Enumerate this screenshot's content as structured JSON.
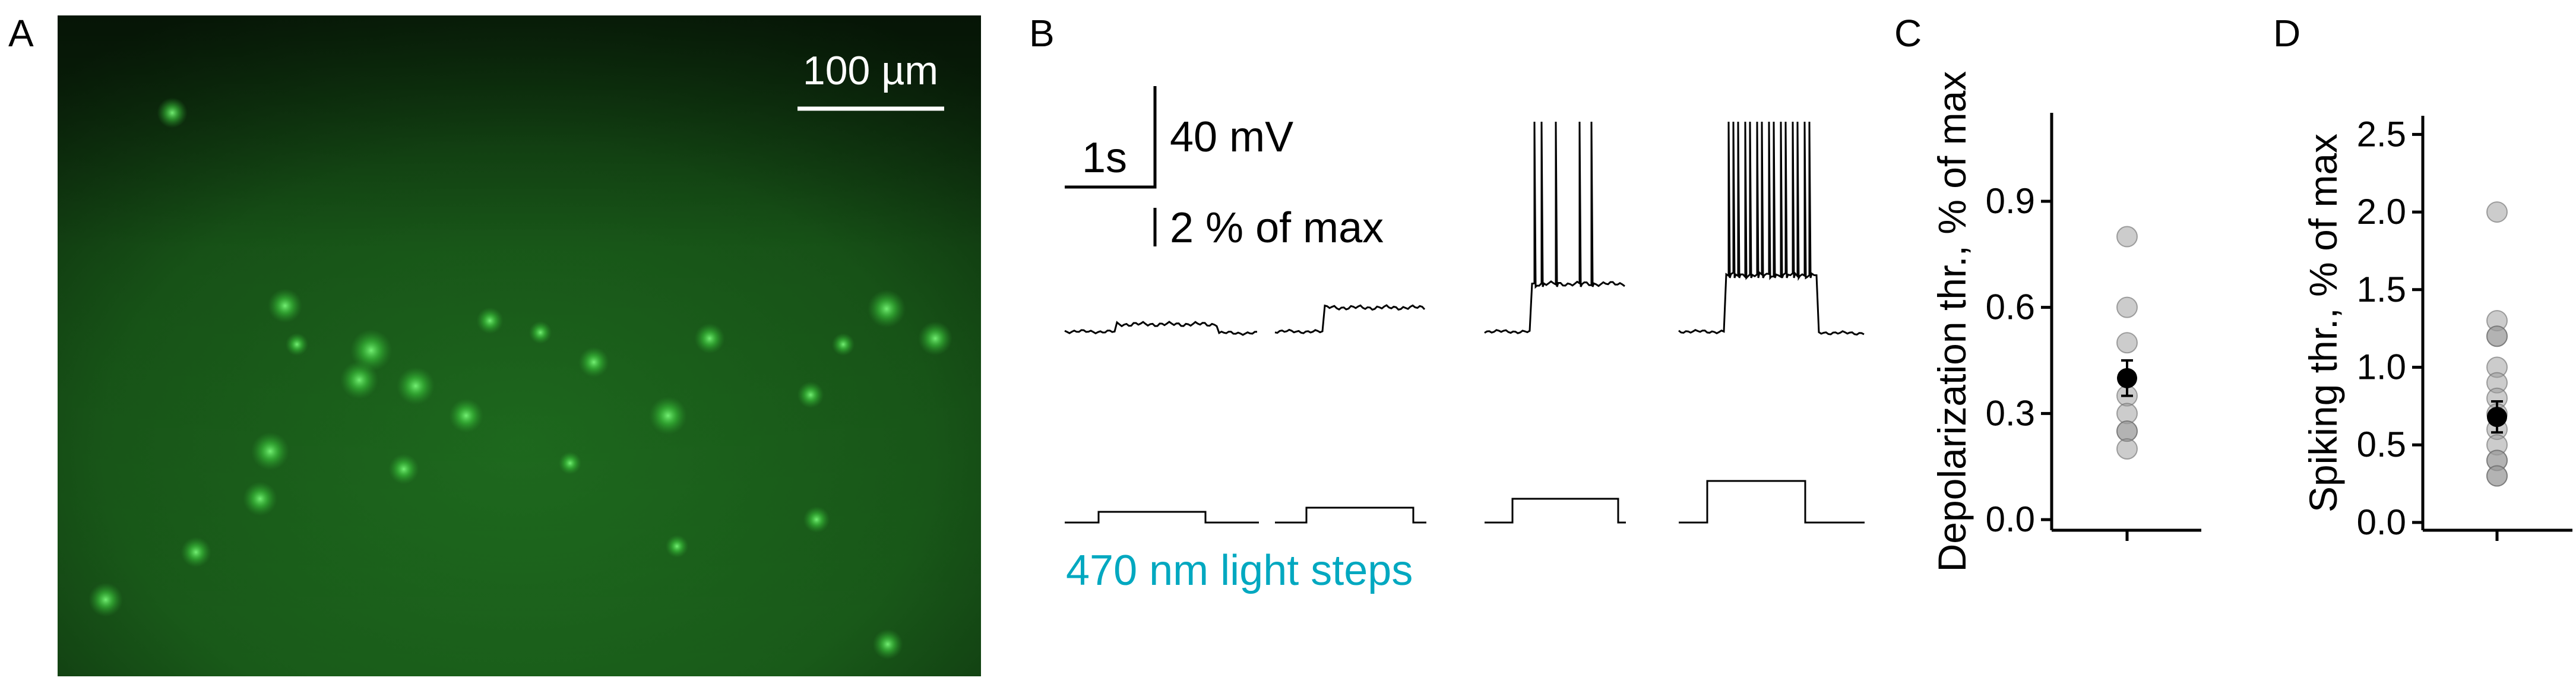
{
  "panels": {
    "A": {
      "letter": "A",
      "scale_bar_label": "100 µm",
      "image_tint": "#1f7a1f"
    },
    "B": {
      "letter": "B",
      "time_scale_label": "1s",
      "voltage_scale_label": "40 mV",
      "light_scale_label": "2 % of max",
      "stimulus_label": "470 nm light steps",
      "stimulus_color": "#00A8C0"
    }
  },
  "chart_data": [
    {
      "panel": "C",
      "letter": "C",
      "type": "scatter",
      "ylabel": "Depolarization thr., % of max",
      "yticks": [
        "0.0",
        "0.3",
        "0.6",
        "0.9"
      ],
      "ylim": [
        -0.03,
        1.15
      ],
      "points": [
        0.8,
        0.6,
        0.5,
        0.35,
        0.3,
        0.25,
        0.25,
        0.2
      ],
      "mean": 0.4,
      "sem": 0.05,
      "point_color": "#9a9a9a",
      "mean_color": "#000000"
    },
    {
      "panel": "D",
      "letter": "D",
      "type": "scatter",
      "ylabel": "Spiking thr., % of max",
      "yticks": [
        "0.0",
        "0.5",
        "1.0",
        "1.5",
        "2.0",
        "2.5"
      ],
      "ylim": [
        -0.05,
        2.62
      ],
      "points": [
        2.0,
        1.3,
        1.2,
        1.2,
        1.0,
        0.9,
        0.8,
        0.7,
        0.6,
        0.5,
        0.4,
        0.4,
        0.3,
        0.3
      ],
      "mean": 0.68,
      "sem": 0.1,
      "point_color": "#9a9a9a",
      "mean_color": "#000000"
    }
  ]
}
